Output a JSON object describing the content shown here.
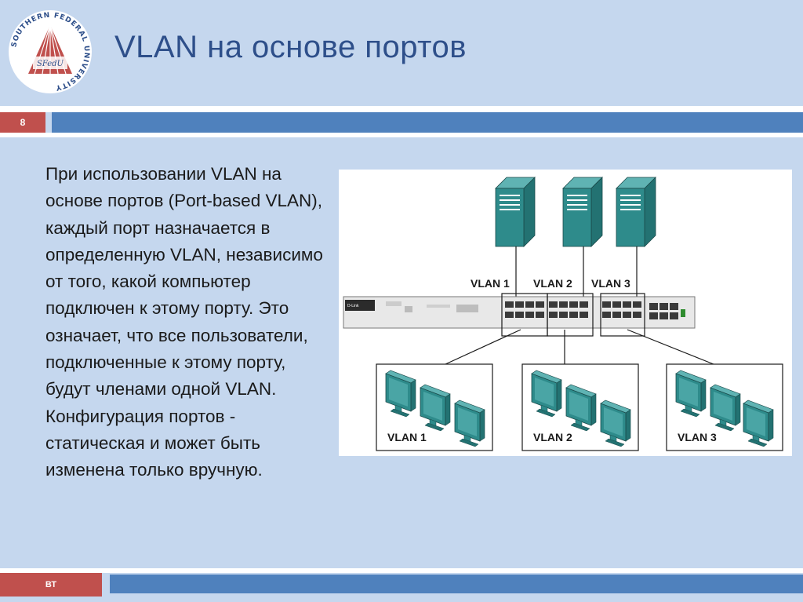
{
  "logo": {
    "ring_text": "SOUTHERN FEDERAL UNIVERSITY",
    "center_text": "SFedU",
    "colors": {
      "red": "#c0504d",
      "ring": "#2e4f8a"
    }
  },
  "header": {
    "title": "VLAN на основе портов"
  },
  "slide": {
    "number": "8",
    "footer_label": "ВТ"
  },
  "body": {
    "paragraph": "При использовании VLAN на основе портов (Port-based VLAN), каждый порт назначается в определенную VLAN, независимо от того, какой компьютер подключен к этому порту. Это означает, что все пользователи, подключенные к этому порту, будут членами одной VLAN. Конфигурация портов - статическая и может быть изменена только вручную."
  },
  "diagram": {
    "switch_vlan_labels": [
      "VLAN 1",
      "VLAN 2",
      "VLAN 3"
    ],
    "group_vlan_labels": [
      "VLAN 1",
      "VLAN 2",
      "VLAN 3"
    ],
    "switch_brand": "D-Link",
    "colors": {
      "device": "#2e8b8b",
      "device_light": "#5fb3b3",
      "line": "#1a1a1a"
    }
  },
  "colors": {
    "background": "#c5d7ee",
    "accent_red": "#c0504d",
    "accent_blue": "#4f81bd",
    "title": "#2e4f8a"
  }
}
